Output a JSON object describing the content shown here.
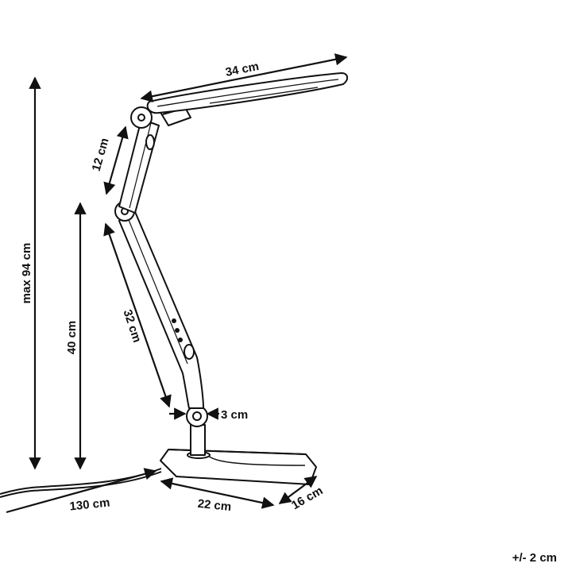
{
  "labels": {
    "head_width": "34 cm",
    "upper_arm": "12 cm",
    "max_height": "max 94 cm",
    "arm_height": "40 cm",
    "lower_arm": "32 cm",
    "pole_diameter": "3 cm",
    "base_length": "22 cm",
    "base_width": "16 cm",
    "cable_length": "130 cm",
    "tolerance": "+/- 2 cm"
  },
  "colors": {
    "line": "#111111",
    "background": "#ffffff"
  }
}
